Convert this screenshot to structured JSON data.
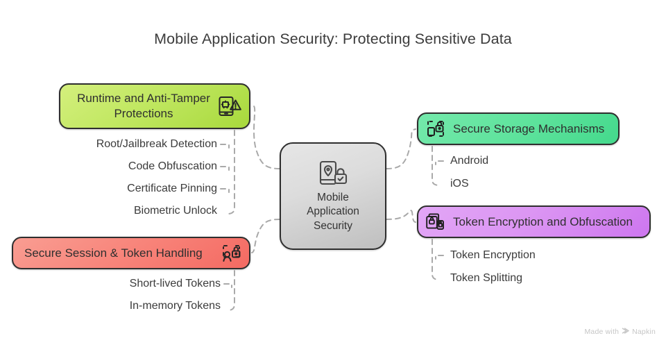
{
  "page": {
    "title": "Mobile Application Security: Protecting Sensitive Data",
    "background": "#ffffff"
  },
  "center": {
    "label": "Mobile\nApplication\nSecurity",
    "icon": "phone-location-lock-icon",
    "color": "#dcdcdc"
  },
  "branches": [
    {
      "id": "runtime",
      "label": "Runtime and Anti-Tamper\nProtections",
      "icon": "phone-warning-icon",
      "color": "#c2e863",
      "side": "left",
      "items": [
        "Root/Jailbreak Detection",
        "Code Obfuscation",
        "Certificate Pinning",
        "Biometric Unlock"
      ]
    },
    {
      "id": "session",
      "label": "Secure Session & Token Handling",
      "icon": "user-lock-dashed-icon",
      "color": "#f8867c",
      "side": "left",
      "items": [
        "Short-lived Tokens",
        "In-memory Tokens"
      ]
    },
    {
      "id": "storage",
      "label": "Secure Storage Mechanisms",
      "icon": "dashed-box-lock-icon",
      "color": "#5fe39d",
      "side": "right",
      "items": [
        "Android",
        "iOS"
      ]
    },
    {
      "id": "token",
      "label": "Token Encryption and Obfuscation",
      "icon": "documents-lock-icon",
      "color": "#dc96f3",
      "side": "right",
      "items": [
        "Token Encryption",
        "Token Splitting"
      ]
    }
  ],
  "watermark": {
    "prefix": "Made with",
    "brand": "Napkin"
  }
}
